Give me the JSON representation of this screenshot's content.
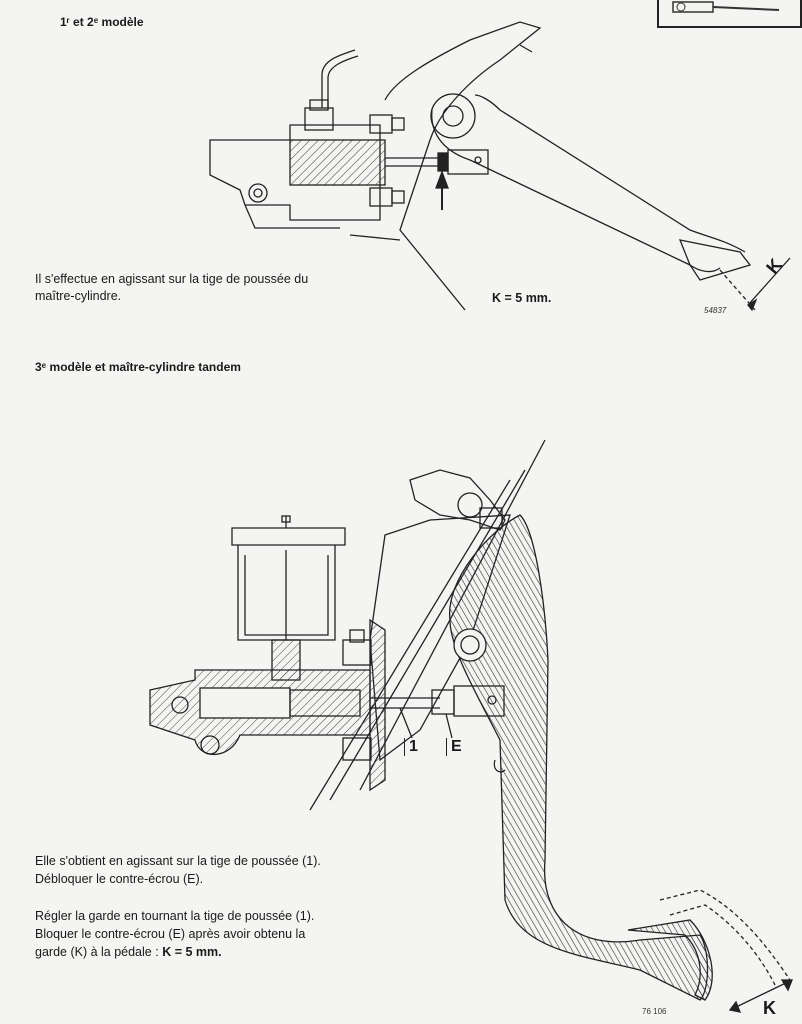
{
  "section1": {
    "heading": "1ʳ et 2ᵉ modèle",
    "text_line1": "Il s'effectue en agissant sur la tige de poussée du",
    "text_line2": "maître-cylindre.",
    "k_value": "K = 5 mm.",
    "k_label": "K",
    "figure_ref": "54837"
  },
  "section2": {
    "heading": "3ᵉ modèle et maître-cylindre tandem",
    "para1_line1": "Elle s'obtient en agissant sur la tige de poussée (1).",
    "para1_line2": "Débloquer le contre-écrou (E).",
    "para2_line1": "Régler la garde en tournant la tige de poussée (1).",
    "para2_line2": "Bloquer le contre-écrou (E) après avoir obtenu la",
    "para2_line3_prefix": "garde (K) à la pédale :",
    "para2_line3_value": "K = 5 mm.",
    "label_1": "1",
    "label_e": "E",
    "k_label": "K",
    "figure_ref": "76 106"
  }
}
